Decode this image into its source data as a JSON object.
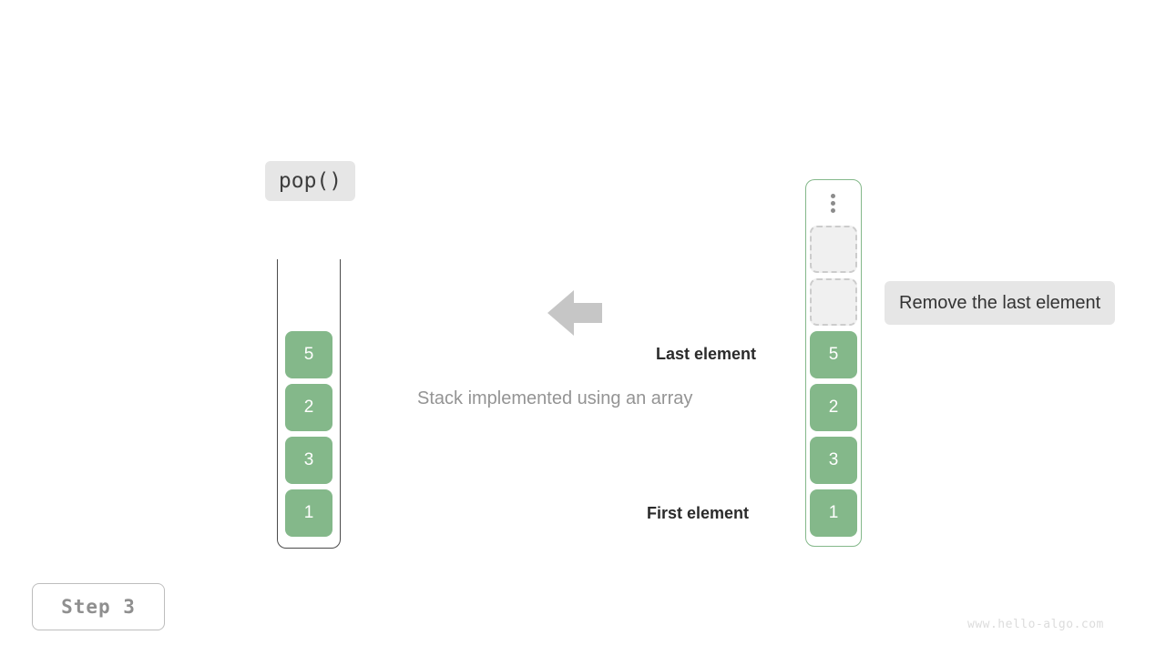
{
  "figure": {
    "title_caption": "Stack implemented using an array",
    "operation_label": "pop()",
    "step_badge": "Step 3",
    "watermark": "www.hello-algo.com",
    "annotation": "Remove the last element",
    "label_last_element": "Last element",
    "label_first_element": "First element",
    "arrow_icon": "arrow-left-icon",
    "ellipsis_icon": "vertical-ellipsis-icon"
  },
  "colors": {
    "element_green": "#84b88a",
    "container_border_green": "#84b88a",
    "container_border_dark": "#4a4a4a",
    "pill_gray": "#e6e6e6",
    "empty_slot_fill": "#f0f0f0",
    "empty_slot_border": "#cccccc",
    "arrow_gray": "#c6c6c6",
    "caption_gray": "#949494",
    "watermark_gray": "#dcdcdc",
    "background": "#ffffff"
  },
  "stack_view": {
    "name": "stack-abstract",
    "container_style": "open-top",
    "elements": [
      "5",
      "2",
      "3",
      "1"
    ]
  },
  "array_view": {
    "name": "array-backing-store",
    "container_style": "closed-rounded",
    "ellipsis": "⋮",
    "empty_slots": 2,
    "elements": [
      "5",
      "2",
      "3",
      "1"
    ]
  }
}
